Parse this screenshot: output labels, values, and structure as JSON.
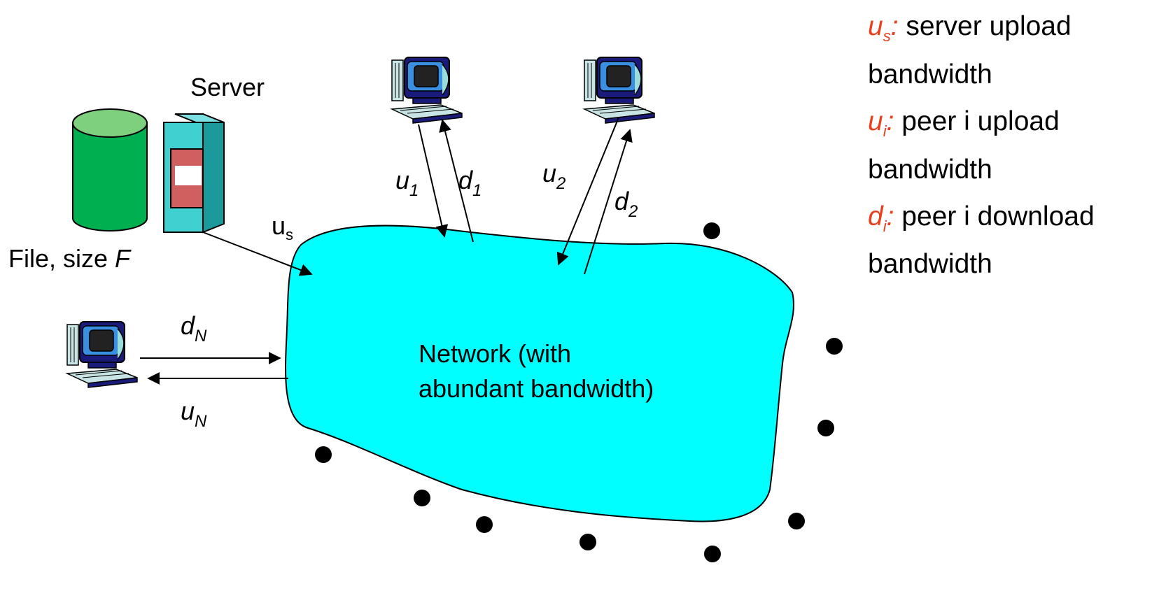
{
  "server": {
    "label": "Server"
  },
  "file": {
    "label_prefix": "File, size ",
    "label_var": "F"
  },
  "network": {
    "line1": "Network (with",
    "line2": "abundant bandwidth)"
  },
  "links": {
    "server_upload": {
      "base": "u",
      "sub": "s"
    },
    "peer1_upload": {
      "base": "u",
      "sub": "1"
    },
    "peer1_download": {
      "base": "d",
      "sub": "1"
    },
    "peer2_upload": {
      "base": "u",
      "sub": "2"
    },
    "peer2_download": {
      "base": "d",
      "sub": "2"
    },
    "peerN_download": {
      "base": "d",
      "sub": "N"
    },
    "peerN_upload": {
      "base": "u",
      "sub": "N"
    }
  },
  "legend": [
    {
      "sym": "u",
      "sub": "s",
      "text": " server upload bandwidth"
    },
    {
      "sym": "u",
      "sub": "i",
      "text": " peer i upload bandwidth"
    },
    {
      "sym": "d",
      "sub": "i",
      "text": " peer i download bandwidth"
    }
  ],
  "colors": {
    "network_cloud": "#00ffff",
    "file_cylinder": "#00b050",
    "server_box": "#40d0d0",
    "legend_symbol": "#e8401c"
  },
  "icons": [
    "database-cylinder-icon",
    "server-tower-icon",
    "desktop-computer-icon",
    "ellipsis-dot-icon"
  ]
}
